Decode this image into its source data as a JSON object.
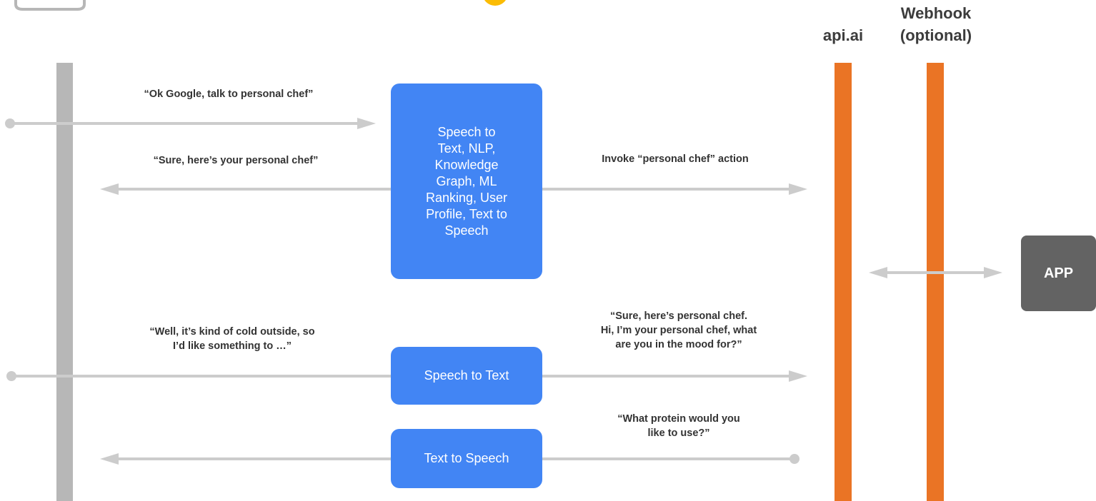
{
  "headers": {
    "apiai": "api.ai",
    "webhook": "Webhook\n(optional)"
  },
  "boxes": {
    "assistant": "Speech to\nText, NLP,\nKnowledge\nGraph, ML\nRanking, User\nProfile, Text to\nSpeech",
    "stt": "Speech to Text",
    "tts": "Text to Speech",
    "app": "APP"
  },
  "messages": {
    "user_invoke": "“Ok Google, talk to personal chef”",
    "assistant_reply": "“Sure, here’s your personal chef”",
    "invoke_action": "Invoke “personal chef” action",
    "user_utterance": "“Well, it’s kind of cold outside, so\nI’d like something to …”",
    "agent_greeting": "“Sure, here’s personal chef.\nHi, I’m your personal chef, what\nare you in the mood for?”",
    "agent_question": "“What protein would you\nlike to use?”"
  },
  "colors": {
    "assistant_blue": "#4285f4",
    "lifeline_orange": "#ea7425",
    "user_lifeline_gray": "#b7b7b7",
    "arrow_gray": "#cccccc",
    "app_gray": "#636363"
  }
}
